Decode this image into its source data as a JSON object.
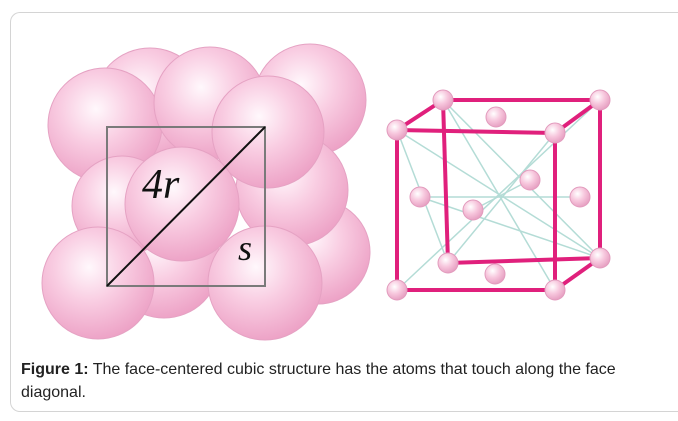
{
  "figure": {
    "label_diagonal": "4r",
    "label_side": "s",
    "colors": {
      "atom": "#f4b8d4",
      "atom_edge": "#e9a3c5",
      "cube_edge": "#e0207c",
      "hidden_edge": "#a9d8d2"
    }
  },
  "caption": {
    "label": "Figure 1:",
    "text": " The face-centered cubic structure has the atoms that touch along the face diagonal."
  }
}
